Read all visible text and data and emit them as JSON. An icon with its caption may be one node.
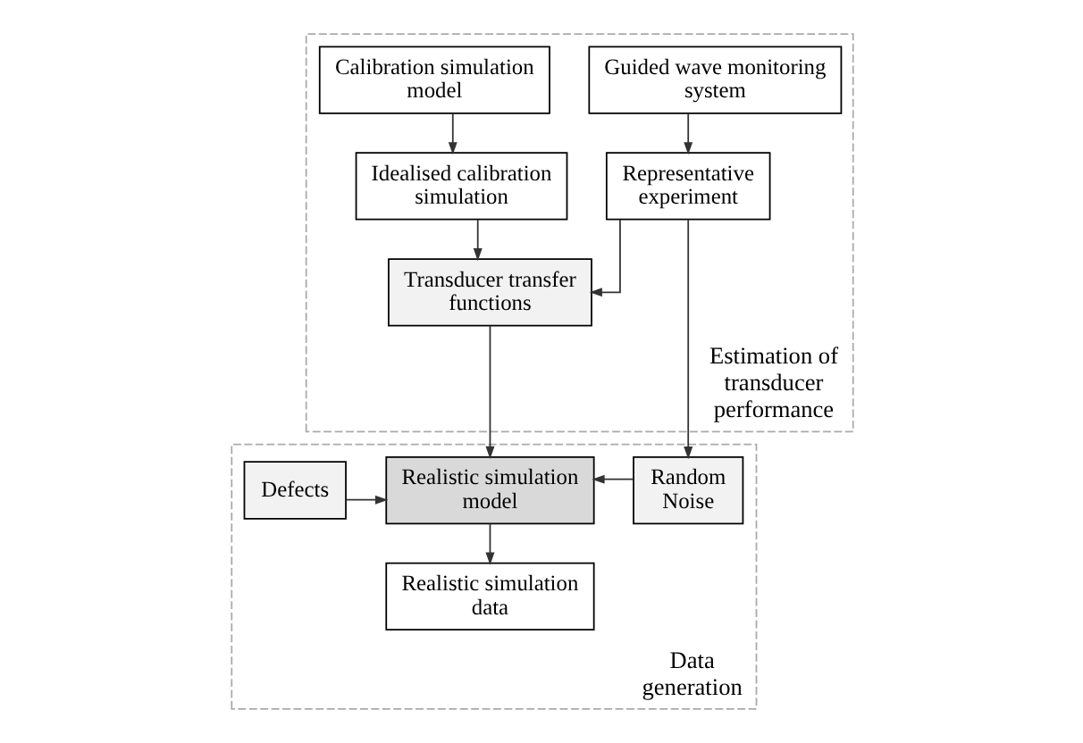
{
  "diagram": {
    "nodes": [
      {
        "text": [
          "Estimation of transducer performance"
        ]
      },
      {
        "text": [
          "Guided wave monitoring system"
        ],
        "in": 0
      },
      {
        "text": [
          "Calibration simulation model"
        ],
        "in": 0
      },
      {
        "text": [
          "Representative experiment"
        ],
        "in": 0
      },
      {
        "text": [
          "Idealised calibration simulation"
        ],
        "in": 0
      },
      {
        "text": [
          "Transducer transfer functions"
        ],
        "in": 0
      },
      {
        "text": [
          "Data generation"
        ]
      },
      {
        "text": [
          "Random Noise"
        ],
        "in": 6
      },
      {
        "text": [
          "Realistic simulation model"
        ],
        "in": 6
      },
      {
        "text": [
          "Defects"
        ],
        "in": 6
      },
      {
        "text": [
          "Realistic simulation data"
        ],
        "in": 6
      }
    ],
    "edges": [
      {
        "from": 1,
        "to": 3,
        "arrow": "to"
      },
      {
        "from": 2,
        "to": 4,
        "arrow": "to"
      },
      {
        "from": 3,
        "to": 5,
        "arrow": "to"
      },
      {
        "from": 4,
        "to": 5,
        "arrow": "to"
      },
      {
        "from": 5,
        "to": 8,
        "arrow": "to"
      },
      {
        "from": 3,
        "to": 7,
        "arrow": "to"
      },
      {
        "from": 7,
        "to": 8,
        "arrow": "to"
      },
      {
        "from": 9,
        "to": 8,
        "arrow": "to"
      },
      {
        "from": 8,
        "to": 10,
        "arrow": "to"
      }
    ]
  }
}
